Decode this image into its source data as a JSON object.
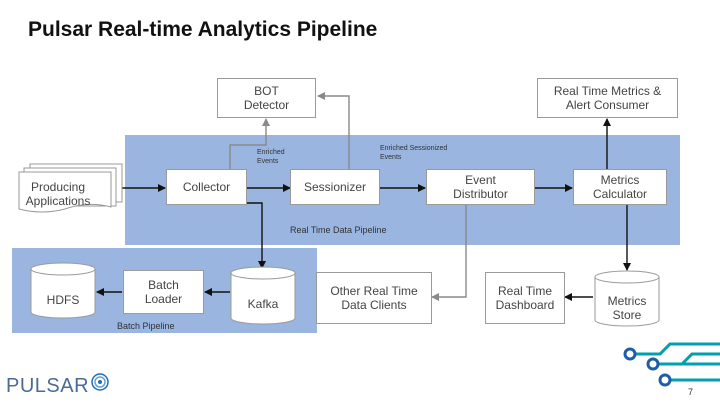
{
  "title": "Pulsar Real-time Analytics Pipeline",
  "nodes": {
    "bot_detector": "BOT Detector",
    "rt_metrics_consumer": "Real Time Metrics & Alert Consumer",
    "producing_apps": "Producing Applications",
    "collector": "Collector",
    "sessionizer": "Sessionizer",
    "event_distributor": "Event Distributor",
    "metrics_calculator": "Metrics Calculator",
    "hdfs": "HDFS",
    "batch_loader": "Batch Loader",
    "kafka": "Kafka",
    "other_rt_clients": "Other Real Time Data Clients",
    "rt_dashboard": "Real Time Dashboard",
    "metrics_store": "Metrics Store"
  },
  "labels": {
    "enriched_events": "Enriched Events",
    "enriched_sessionized_events": "Enriched Sessionized Events",
    "rt_pipeline": "Real Time Data Pipeline",
    "batch_pipeline": "Batch Pipeline"
  },
  "logo": "PULSAR",
  "page_number": "7",
  "colors": {
    "band": "#99b5e0",
    "arrow": "#000000",
    "grey_arrow": "#8a8a8a",
    "logo_blue": "#1e6fb5"
  }
}
